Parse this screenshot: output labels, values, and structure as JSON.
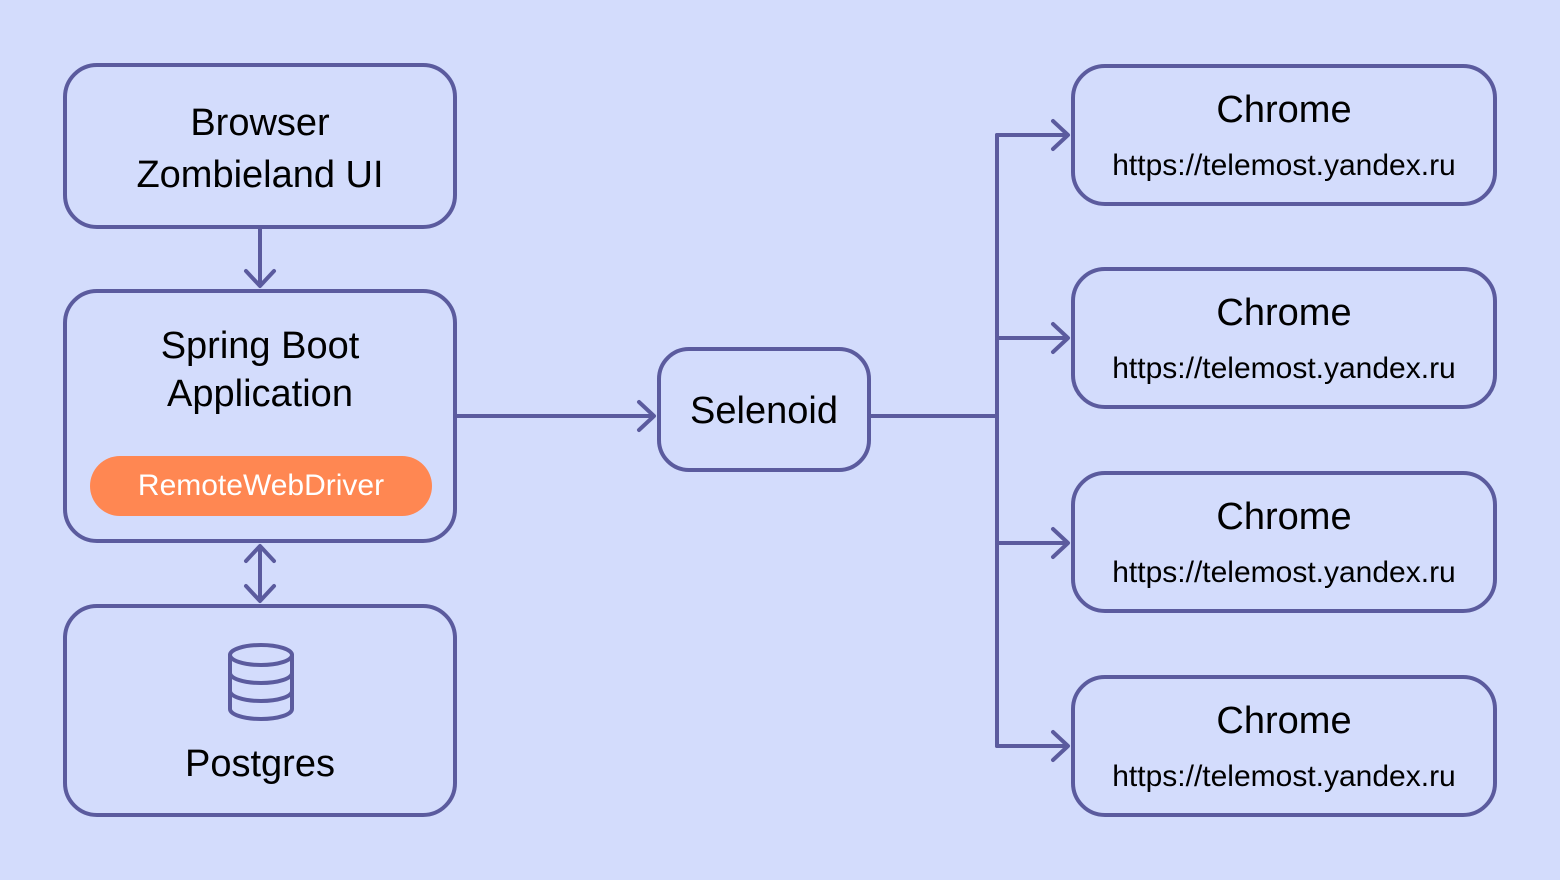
{
  "diagram": {
    "browser": {
      "line1": "Browser",
      "line2": "Zombieland UI"
    },
    "spring_boot": {
      "line1": "Spring Boot",
      "line2": "Application",
      "component": "RemoteWebDriver"
    },
    "postgres": {
      "label": "Postgres",
      "icon": "database-icon"
    },
    "selenoid": {
      "label": "Selenoid"
    },
    "chrome_nodes": [
      {
        "title": "Chrome",
        "url": "https://telemost.yandex.ru"
      },
      {
        "title": "Chrome",
        "url": "https://telemost.yandex.ru"
      },
      {
        "title": "Chrome",
        "url": "https://telemost.yandex.ru"
      },
      {
        "title": "Chrome",
        "url": "https://telemost.yandex.ru"
      }
    ],
    "edges": [
      {
        "from": "Browser",
        "to": "Spring Boot Application",
        "direction": "forward"
      },
      {
        "from": "Spring Boot Application",
        "to": "Postgres",
        "direction": "both"
      },
      {
        "from": "Spring Boot Application",
        "to": "Selenoid",
        "direction": "forward"
      },
      {
        "from": "Selenoid",
        "to": "Chrome",
        "direction": "forward",
        "count": 4
      }
    ],
    "colors": {
      "background": "#d3dcfc",
      "stroke": "#5b5b9e",
      "accent": "#ff8752",
      "accent_text": "#ffffff",
      "text": "#000000"
    }
  }
}
